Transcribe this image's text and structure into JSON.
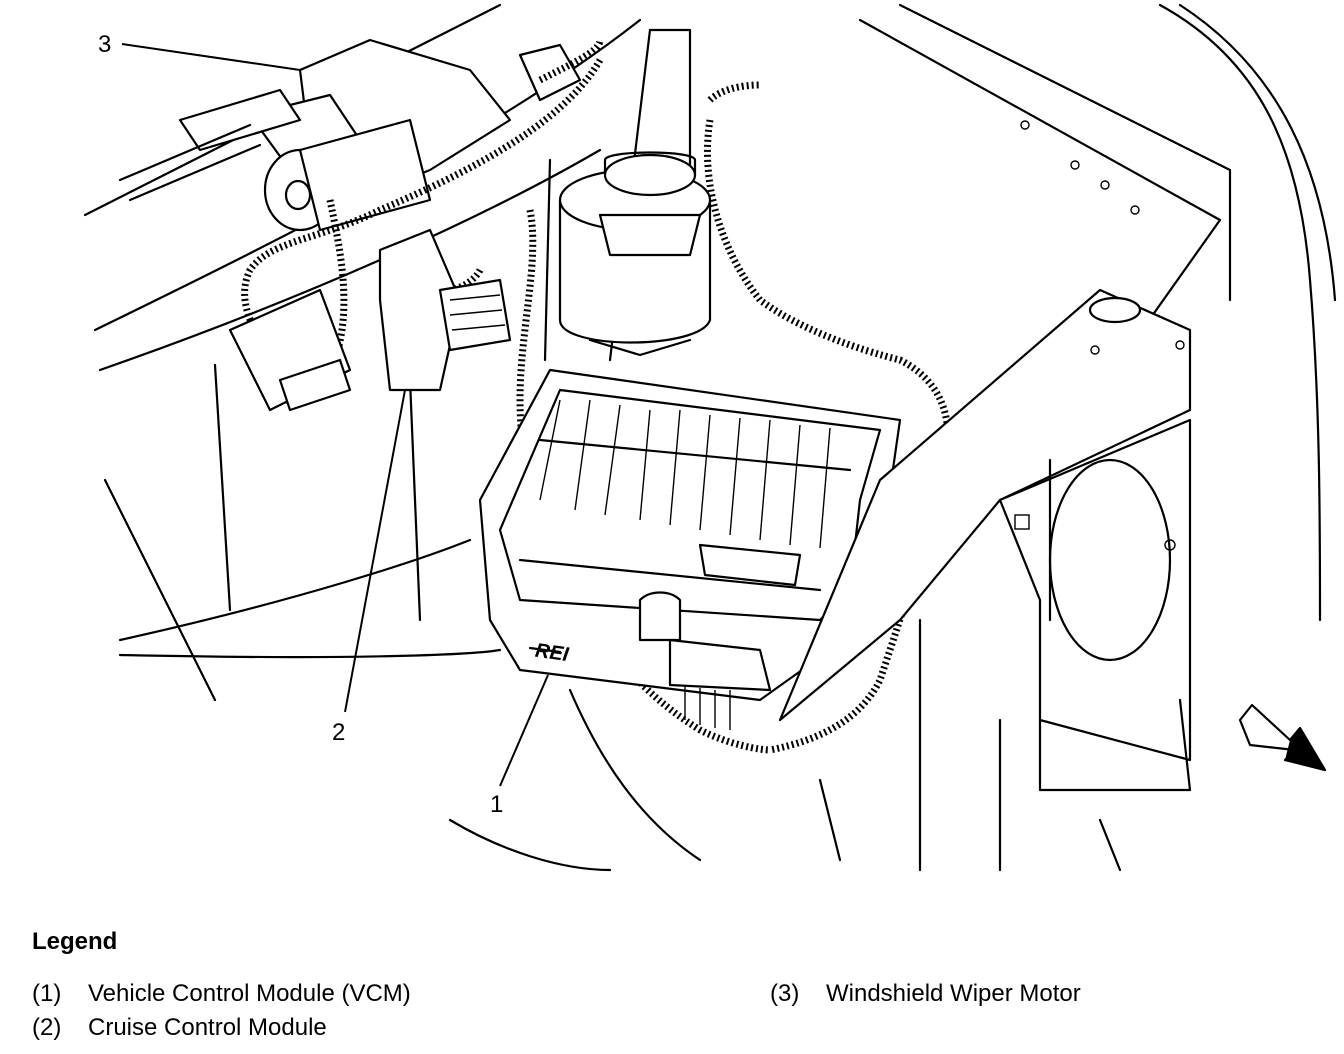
{
  "callouts": {
    "c1": "1",
    "c2": "2",
    "c3": "3"
  },
  "stamp_text": "REI",
  "legend": {
    "title": "Legend",
    "items": [
      {
        "num": "(1)",
        "label": "Vehicle Control Module (VCM)"
      },
      {
        "num": "(2)",
        "label": "Cruise Control Module"
      },
      {
        "num": "(3)",
        "label": "Windshield Wiper Motor"
      }
    ]
  },
  "icons": {
    "direction_arrow": "front-direction-arrow-icon"
  }
}
